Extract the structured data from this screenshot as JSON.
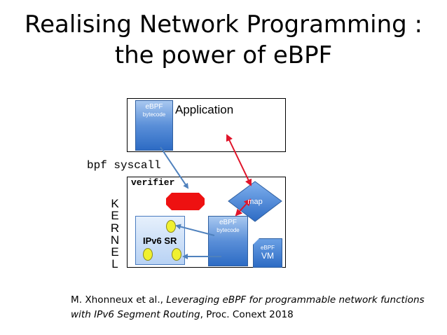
{
  "title": {
    "line1": "Realising Network Programming :",
    "line2": "the power of eBPF"
  },
  "diagram": {
    "application_label": "Application",
    "app_ebpf": {
      "title": "eBPF",
      "subtitle": "bytecode"
    },
    "syscall_label": "bpf syscall",
    "verifier_label": "verifier",
    "kernel_letters": [
      "K",
      "E",
      "R",
      "N",
      "E",
      "L"
    ],
    "map_label": "map",
    "kernel_ebpf": {
      "title": "eBPF",
      "subtitle": "bytecode"
    },
    "ipv6_label": "IPv6 SR",
    "vm": {
      "title": "eBPF",
      "subtitle": "VM"
    },
    "colors": {
      "blue_arrow": "#4f81bd",
      "red_arrow": "#e0142a",
      "map": "#4a86d8",
      "verifier": "#ee1111",
      "dots": "#f0f030"
    }
  },
  "citation": {
    "line1_prefix": "M. Xhonneux et al., ",
    "line1_italic": "Leveraging eBPF for programmable network functions",
    "line2_italic": "with IPv6 Segment Routing",
    "line2_suffix": ", Proc. Conext 2018"
  }
}
